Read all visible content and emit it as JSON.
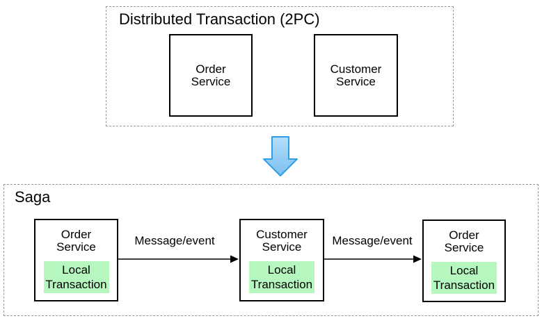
{
  "colors": {
    "green_fill": "#b5f7be",
    "blue_arrow_fill_top": "#b3def9",
    "blue_arrow_fill_bottom": "#7cc0ee",
    "blue_arrow_stroke": "#2f9ee9",
    "box_border": "#000000",
    "dashed_border": "#979797"
  },
  "twopc": {
    "title": "Distributed Transaction (2PC)",
    "nodes": [
      {
        "line1": "Order",
        "line2": "Service"
      },
      {
        "line1": "Customer",
        "line2": "Service"
      }
    ]
  },
  "saga": {
    "title": "Saga",
    "nodes": [
      {
        "line1": "Order",
        "line2": "Service",
        "inner1": "Local",
        "inner2": "Transaction"
      },
      {
        "line1": "Customer",
        "line2": "Service",
        "inner1": "Local",
        "inner2": "Transaction"
      },
      {
        "line1": "Order",
        "line2": "Service",
        "inner1": "Local",
        "inner2": "Transaction"
      }
    ],
    "edges": [
      {
        "label": "Message/event"
      },
      {
        "label": "Message/event"
      }
    ]
  }
}
